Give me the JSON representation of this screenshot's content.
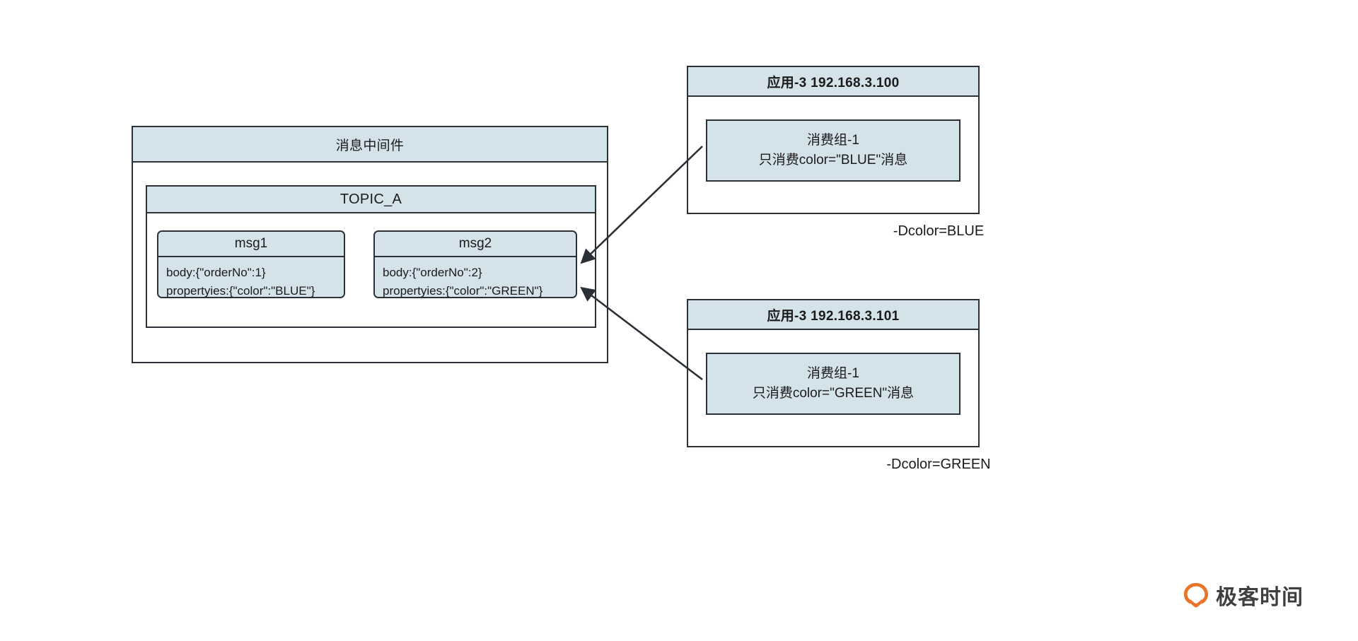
{
  "diagram": {
    "middleware": {
      "title": "消息中间件",
      "topic": {
        "title": "TOPIC_A",
        "messages": [
          {
            "name": "msg1",
            "body_line": "body:{\"orderNo\":1}",
            "properties_line": "propertyies:{\"color\":\"BLUE\"}"
          },
          {
            "name": "msg2",
            "body_line": "body:{\"orderNo\":2}",
            "properties_line": "propertyies:{\"color\":\"GREEN\"}"
          }
        ]
      }
    },
    "apps": [
      {
        "title": "应用-3 192.168.3.100",
        "consumer_group": "消费组-1",
        "consumer_rule": "只消费color=\"BLUE\"消息",
        "jvm_flag": "-Dcolor=BLUE"
      },
      {
        "title": "应用-3 192.168.3.101",
        "consumer_group": "消费组-1",
        "consumer_rule": "只消费color=\"GREEN\"消息",
        "jvm_flag": "-Dcolor=GREEN"
      }
    ],
    "arrows": [
      {
        "name": "arrow-app-100-to-msg2",
        "from_label": "消费组-1 (BLUE)",
        "to_label": "msg2"
      },
      {
        "name": "arrow-app-101-to-msg2",
        "from_label": "消费组-1 (GREEN)",
        "to_label": "msg2"
      }
    ]
  },
  "brand": {
    "name": "极客时间",
    "logo_icon": "geekbang-circle-logo-icon"
  },
  "colors": {
    "header_fill": "#d4e2ea",
    "box_stroke": "#2b2f36",
    "text": "#1b1b1b",
    "canvas": "#ffffff",
    "brand_orange": "#e8732a",
    "brand_text": "#3f3f3f"
  }
}
